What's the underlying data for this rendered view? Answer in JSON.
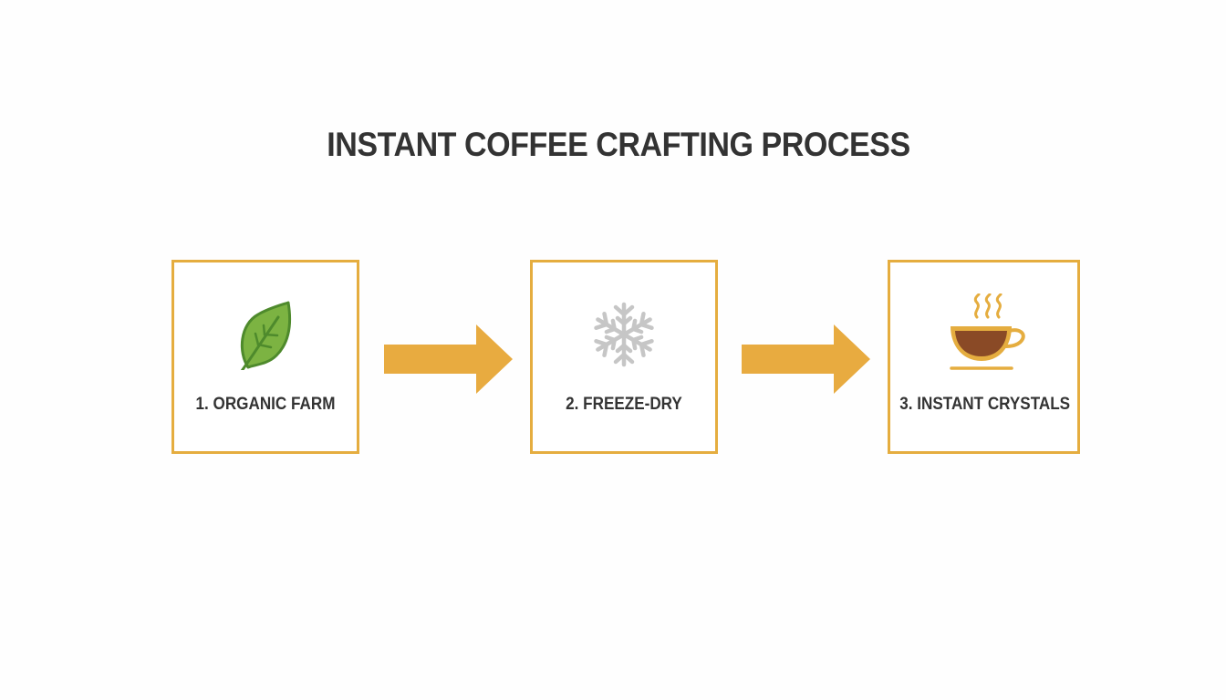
{
  "title": "INSTANT COFFEE CRAFTING PROCESS",
  "steps": [
    {
      "label": "1. ORGANIC FARM",
      "icon": "leaf-icon"
    },
    {
      "label": "2. FREEZE-DRY",
      "icon": "snowflake-icon"
    },
    {
      "label": "3. INSTANT CRYSTALS",
      "icon": "coffee-cup-icon"
    }
  ],
  "colors": {
    "accent": "#e5ad3f",
    "text": "#333333",
    "leaf": "#7cb342",
    "leaf_outline": "#4e8a2c",
    "snowflake": "#c6c6c6",
    "coffee": "#8a4a26",
    "cup": "#e5ad3f"
  }
}
